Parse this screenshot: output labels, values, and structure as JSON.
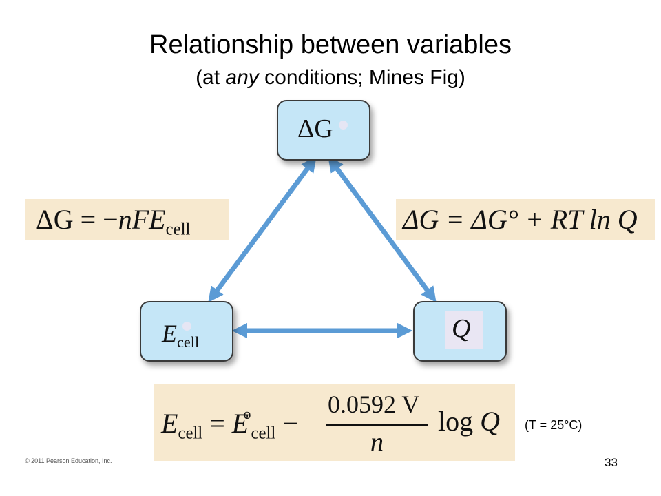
{
  "title": {
    "line1": "Relationship between variables",
    "line2_pre": "(at ",
    "line2_em": "any",
    "line2_post": " conditions; Mines Fig)"
  },
  "nodes": {
    "delta_g": {
      "symbol": "ΔG"
    },
    "e_cell": {
      "symbol": "E",
      "subscript": "cell"
    },
    "q": {
      "symbol": "Q"
    }
  },
  "equations": {
    "left": {
      "text_pre": "ΔG",
      "text_mid": " = −",
      "text_it": "nFE",
      "subscript": "cell"
    },
    "right": {
      "text": "ΔG = ΔG° + RT ln Q"
    },
    "nernst": {
      "lhs_e": "E",
      "lhs_sub": "cell",
      "eq": " = ",
      "rhs_e": "E",
      "rhs_sup": "o",
      "rhs_sub": "cell",
      "minus": " − ",
      "numerator": "0.0592 V",
      "denominator": "n",
      "log": "log ",
      "q": "Q"
    }
  },
  "temperature_note": "(T = 25°C)",
  "copyright": "© 2011 Pearson Education, Inc.",
  "page_number": "33",
  "colors": {
    "node_fill": "#c5e6f7",
    "equation_fill": "#f7e9cf",
    "arrow": "#5b9bd5"
  }
}
